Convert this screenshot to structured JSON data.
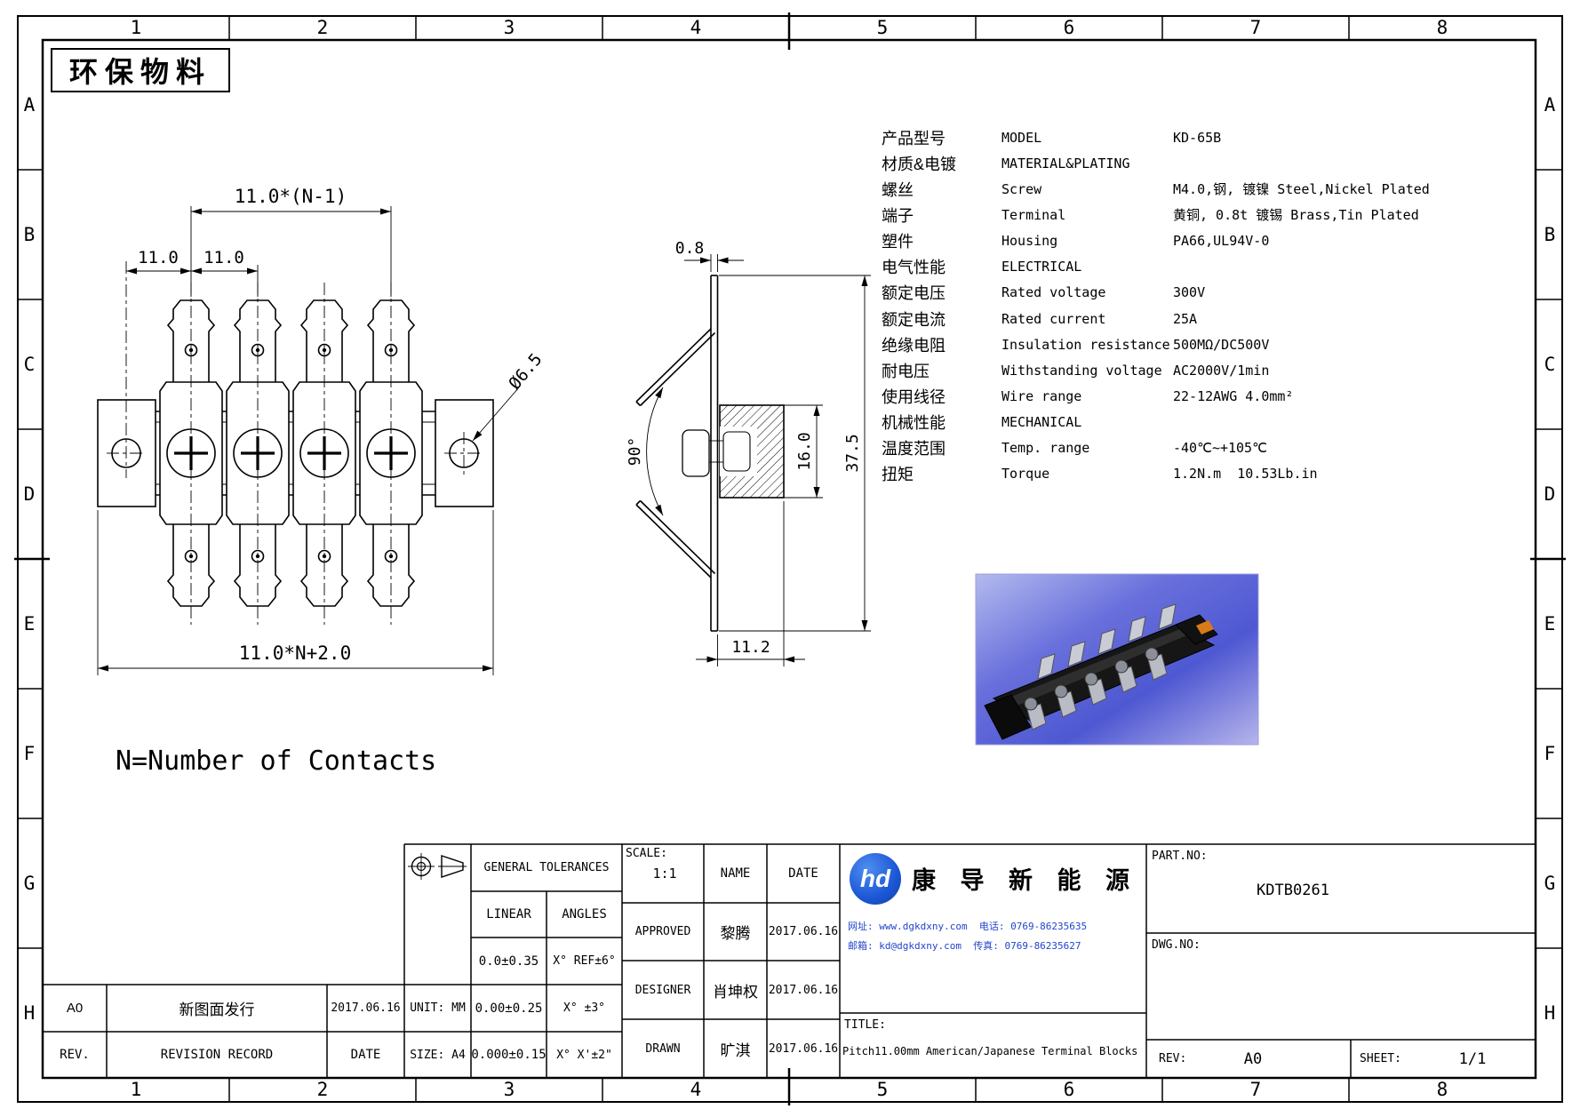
{
  "sheet": {
    "stamp": "环保物料",
    "note": "N=Number of Contacts",
    "cols": [
      "1",
      "2",
      "3",
      "4",
      "5",
      "6",
      "7",
      "8"
    ],
    "rows": [
      "A",
      "B",
      "C",
      "D",
      "E",
      "F",
      "G",
      "H"
    ]
  },
  "front_view": {
    "dim_span": "11.0*(N-1)",
    "dim_pitch1": "11.0",
    "dim_pitch2": "11.0",
    "dim_hole": "Ø6.5",
    "dim_total": "11.0*N+2.0"
  },
  "side_view": {
    "dim_thickness": "0.8",
    "dim_angle": "90°",
    "dim_inner_height": "16.0",
    "dim_total_height": "37.5",
    "dim_depth": "11.2"
  },
  "spec": {
    "rows": [
      {
        "cn": "产品型号",
        "en": "MODEL",
        "val": "KD-65B"
      },
      {
        "cn": "材质&电镀",
        "en": "MATERIAL&PLATING",
        "val": ""
      },
      {
        "cn": "螺丝",
        "en": "Screw",
        "val": "M4.0,钢, 镀镍 Steel,Nickel Plated"
      },
      {
        "cn": "端子",
        "en": "Terminal",
        "val": "黄铜, 0.8t 镀锡 Brass,Tin Plated"
      },
      {
        "cn": "塑件",
        "en": "Housing",
        "val": "PA66,UL94V-0"
      },
      {
        "cn": "电气性能",
        "en": "ELECTRICAL",
        "val": ""
      },
      {
        "cn": "额定电压",
        "en": "Rated voltage",
        "val": "300V"
      },
      {
        "cn": "额定电流",
        "en": "Rated current",
        "val": "25A"
      },
      {
        "cn": "绝缘电阻",
        "en": "Insulation resistance",
        "val": "500MΩ/DC500V"
      },
      {
        "cn": "耐电压",
        "en": "Withstanding voltage",
        "val": "AC2000V/1min"
      },
      {
        "cn": "使用线径",
        "en": "Wire range",
        "val": "22-12AWG 4.0mm²"
      },
      {
        "cn": "机械性能",
        "en": "MECHANICAL",
        "val": ""
      },
      {
        "cn": "温度范围",
        "en": "Temp. range",
        "val": "-40℃~+105℃"
      },
      {
        "cn": "扭矩",
        "en": "Torque",
        "val": "1.2N.m  10.53Lb.in"
      }
    ]
  },
  "titleblock": {
    "tolerances": {
      "header": "GENERAL TOLERANCES",
      "linear": "LINEAR",
      "angles": "ANGLES",
      "rows": [
        {
          "lin": "0.0±0.35",
          "ang": "X° REF±6°"
        },
        {
          "lin": "0.00±0.25",
          "ang": "X° ±3°"
        },
        {
          "lin": "0.000±0.15",
          "ang": "X° X'±2\""
        }
      ]
    },
    "unit": "UNIT: MM",
    "size": "SIZE: A4",
    "scale_label": "SCALE:",
    "scale": "1:1",
    "name_header": "NAME",
    "date_header": "DATE",
    "approved_label": "APPROVED",
    "approved_name": "黎腾",
    "approved_date": "2017.06.16",
    "designer_label": "DESIGNER",
    "designer_name": "肖坤权",
    "designer_date": "2017.06.16",
    "drawn_label": "DRAWN",
    "drawn_name": "旷淇",
    "drawn_date": "2017.06.16",
    "rev_code": "A0",
    "rev_desc": "新图面发行",
    "rev_date": "2017.06.16",
    "rev_col": "REV.",
    "record_col": "REVISION RECORD",
    "date_col": "DATE",
    "company": {
      "logo": "hd",
      "name": "康 导 新 能 源",
      "contact1": "网址: www.dgkdxny.com  电话: 0769-86235635",
      "contact2": "邮箱: kd@dgkdxny.com  传真: 0769-86235627"
    },
    "part_no_label": "PART.NO:",
    "part_no": "KDTB0261",
    "dwg_no_label": "DWG.NO:",
    "title_label": "TITLE:",
    "title": "Pitch11.00mm American/Japanese Terminal Blocks",
    "rev_label": "REV:",
    "rev": "A0",
    "sheet_label": "SHEET:",
    "sheet_no": "1/1"
  },
  "colors": {
    "logo_blue": "#1b57d6",
    "contact_text": "#2244cc",
    "photo_background": "#5560d4"
  }
}
